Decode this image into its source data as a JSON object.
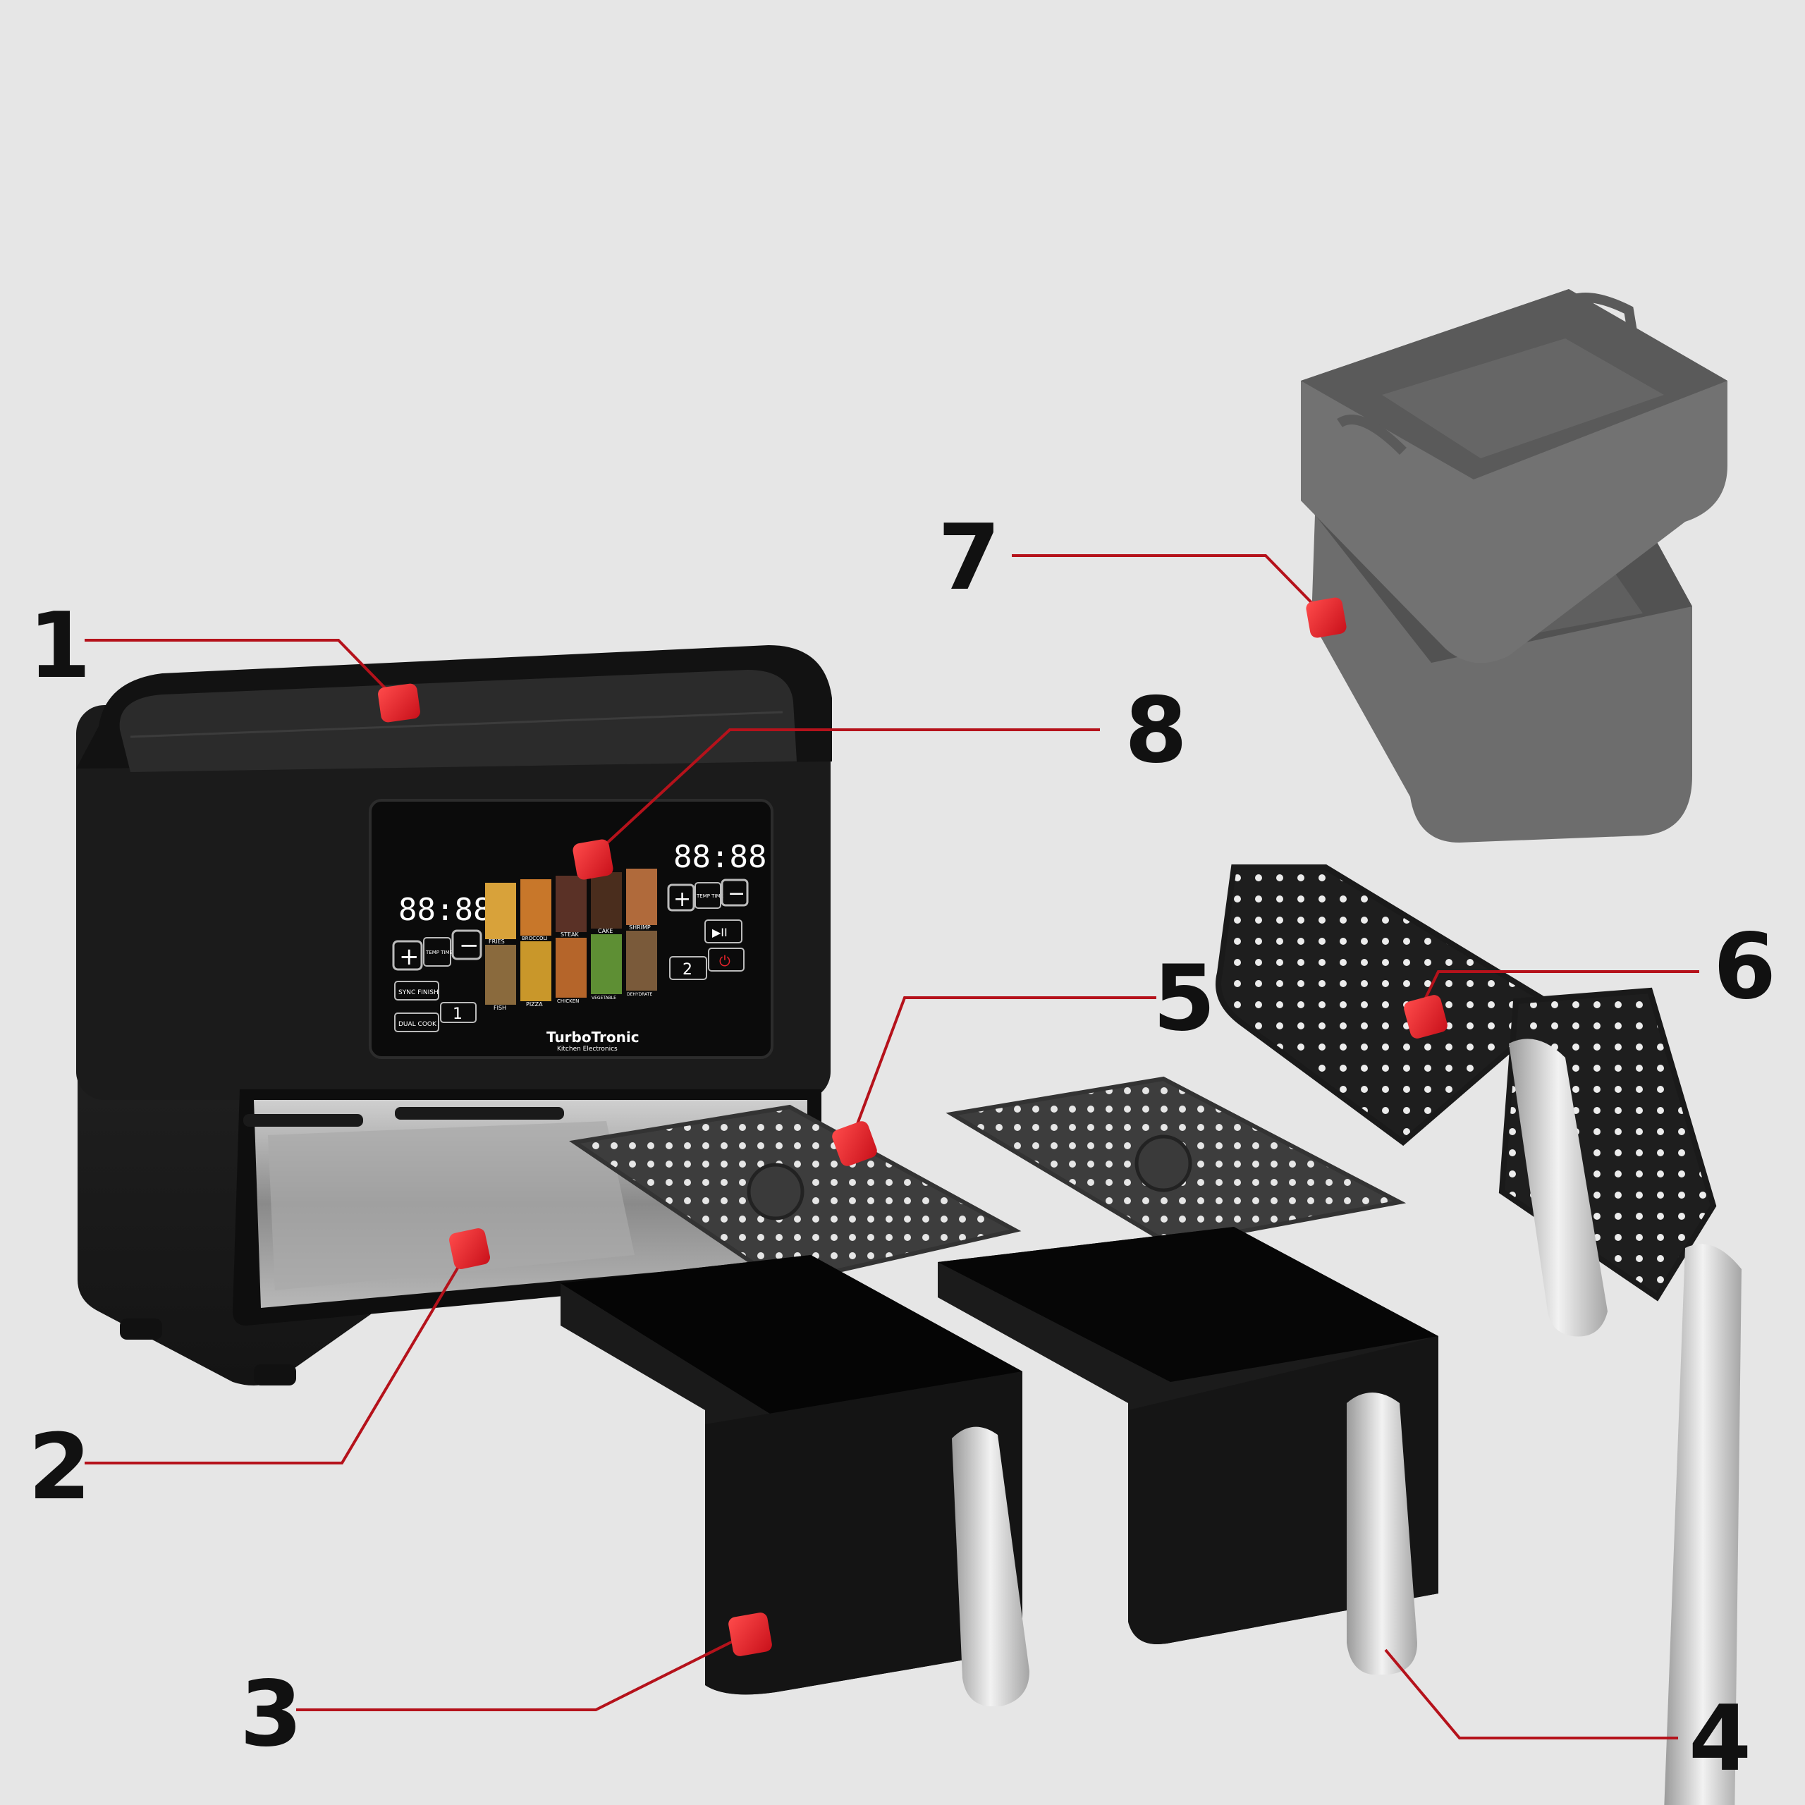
{
  "diagram": {
    "callouts": [
      {
        "id": "1",
        "number": "1"
      },
      {
        "id": "2",
        "number": "2"
      },
      {
        "id": "3",
        "number": "3"
      },
      {
        "id": "4",
        "number": "4"
      },
      {
        "id": "5",
        "number": "5"
      },
      {
        "id": "6",
        "number": "6"
      },
      {
        "id": "7",
        "number": "7"
      },
      {
        "id": "8",
        "number": "8"
      }
    ],
    "panel": {
      "left_display": "88:88",
      "right_display": "88:88",
      "temp_time": "TEMP TIME",
      "plus": "+",
      "minus": "−",
      "sync_finish": "SYNC FINISH",
      "dual_cook": "DUAL COOK",
      "zone1": "1",
      "zone2": "2",
      "play_pause": "▶II",
      "power": "⏻",
      "presets_top": [
        "FRIES",
        "BROCCOLI",
        "STEAK",
        "CAKE",
        "SHRIMP"
      ],
      "presets_bottom": [
        "FISH",
        "PIZZA",
        "CHICKEN",
        "VEGETABLE",
        "DEHYDRATE"
      ],
      "brand": "TurboTronic",
      "brand_sub": "Kitchen Electronics"
    },
    "colors": {
      "marker": "#e5232b",
      "leader": "#b5121b",
      "body": "#1c1c1c",
      "liner": "#6b6b6b",
      "background": "#e6e6e6"
    }
  }
}
